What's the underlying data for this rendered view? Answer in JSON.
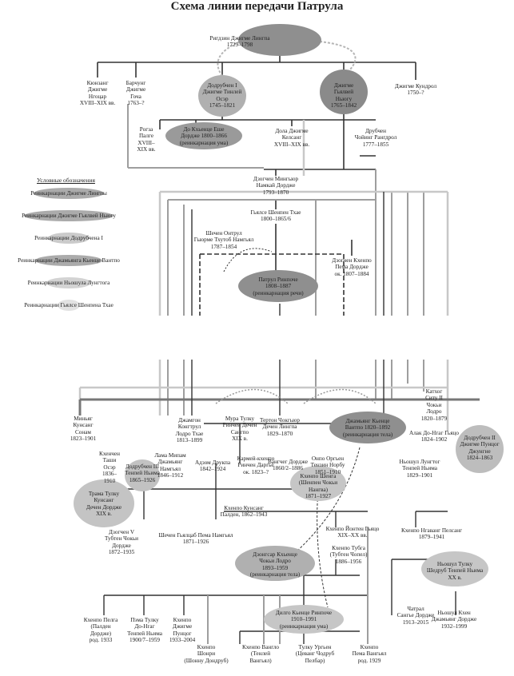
{
  "title": "Схема линии передачи Патрула",
  "legend": {
    "heading": "Условные обозначения",
    "items": [
      "Реинкарнации Джигме Лингпы",
      "Реинкарнации Джигме Гьялвей Ньюгу",
      "Реинкарнации Додрубчена I",
      "Реинкарнации Джамьянга Кьенце Вантпо",
      "Реинкарнации Ньошула Лунгтога",
      "Реинкарнации Гьялсе Шенпена Тхае"
    ]
  },
  "colors": {
    "ellipse": "#9a9a9a",
    "ellipse_light": "#cfcfcf",
    "line_dark": "#333333",
    "line_grey": "#9e9e9e",
    "line_light": "#c8c8c8"
  },
  "nodes": {
    "rigdzin": "Ригдзин Джигме Лингпа\n1729–1798",
    "kunzang_ngotsar": "Кюнзанг\nДжигме\nНгоцар\nXVIII–XIX вв.",
    "barchung": "Барчунг\nДжигме\nГоча\n1763–?",
    "dodrubchen1": "Додрубчен I\nДжигме Тинлей\nОсэр\n1745–1821",
    "gyalwe_nyugu": "Джигме\nГьялвей\nНьюгу\n1765–1842",
    "kundrol": "Джигме Кундрол\n1750–?",
    "rogza": "Рогза\nПалге\nXVIII–\nXIX вв.",
    "do_khyentse": "До Кхьенце Еше\nДордже 1800–1866\n(реинкарнация ума)",
    "dola": "Дола Джигме\nКелсанг\nXVIII–XIX вв.",
    "drubchen_choying": "Друбчен\nЧойинг Рангдрол\n1777–1855",
    "dzogchen_mingyur": "Дзогчен Мингьюр\nНамкай Дордже\n1793–1870",
    "gyalse_shenpen": "Гьялсе Шенпен Тхае\n1800–1865/6",
    "shechen_ontrul": "Шечен Онтрул\nГьюрме Тхутоб Намгьял\n1787–1854",
    "patrul": "Патрул Ринпоче\n1808–1887\n(реинкарнация речи)",
    "dzogchen_khenpo": "Дзогчен Кхенпо\nПема Дордже\nок. 1807–1884",
    "minyag": "Миньяг\nКунсанг\nСонам\n1823–1901",
    "jamgon_kongtrul": "Джамгон\nКонгтрул\nЛодро Тхае\n1813–1899",
    "mura_tulku": "Мура Тулку\nРинчен Дечен\nСангпо\nXIX в.",
    "terton_chogyur": "Тертон Чокгьюр\nДечен Лингпа\n1829–1870",
    "jamyang_khyentse": "Джамьянг Кьенце\nВантпо 1820–1892\n(реинкарнация тела)",
    "katog": "Катхог\nСиту II\nЧокьи\nЛодро\n1820–1879",
    "adzom": "Адзом Друкпа\n1842–1924",
    "alak_do": "Алак До-Нгаг Гьяцо\n1824–1902",
    "khenchen_tashi": "Кхенчен\nТаши\nОсэр\n1836–\n1910",
    "lama_mipham": "Лама Мипам\nДжамьянг\nНамгьял\n1846–1912",
    "karmey_khenpo": "Кармей-кхенпо\nРинчен Даргье\nок. 1823–?",
    "dodrubchen3": "Додрубчен III\nТенпей Ньима\n1865–1926",
    "onpo_orgyen": "Онпо Оргьен\nТензин Норбу\n1851–1910",
    "dodrubchen2": "Додрубчен II\nДжигме Пунцог\nДжунгне\n1824–1863",
    "vanchug_dorje": "Вангчег Дордже\n1860/2–1886",
    "nyoshul_lungtok": "Ньошул Лунгтог\nТенпей Ньима\n1829–1901",
    "trama_tulku": "Трама Тулку\nКунсанг\nДечен Дордже\nXIX в.",
    "khenpo_shenga": "Кхенпо Шенга\n(Шенпен Чокьи\nНангва)\n1871–1927",
    "khenpo_kunsang": "Кхенпо Кунсанг\nПалден, 1862–1943",
    "dzogchen_v": "Дзогчен V\nТубтен Чокьи\nДордже\n1872–1935",
    "shechen_gyaltsab": "Шечен Гьялцаб Пема Намгьял\n1871–1926",
    "khenpo_yonten": "Кхенпо Йонтен Гьяцо\nXIX–XX вв.",
    "khenpo_ngawang": "Кхенпо Нгаванг Пелсанг\n1879–1941",
    "dzongsar": "Дзонгсар Кхьенце\nЧокьи Лодро\n1893–1959\n(реинкарнация тела)",
    "khenpo_tubga": "Кхенпо Тубга\n(Тубтен Чопел)\n1886–1956",
    "nyoshul_tulku": "Ньошул Тулку\nШедруб Тенпей Ньима\nXX в.",
    "dilgo": "Дилго Кьенце Ринпоче\n1910–1991\n(реинкарнация ума)",
    "chatral": "Чатрал\nСангье Дордже\n1913–2015",
    "nyoshul_khen": "Ньошул Кхен\nДжамьянг Дордже\n1932–1999",
    "khenpo_pelga": "Кхенпо Пелга\n(Палден\nДордже)\nрод. 1933",
    "pema_tulku": "Пэма Тулку\nДо-Нгаг\nТенпей Ньима\n1900/7–1959",
    "khenpo_jigme": "Кхенпо\nДжигме\nПунцог\n1933–2004",
    "khenpo_shonri": "Кхенпо\nШонри\n(Шонну Дондруб)",
    "khenpo_vanglo": "Кхенпо Ванглo\n(Тенлей\nВангьял)",
    "tulku_urgyen": "Тулку Ургьен\n(Цеванг Чодруб\nПелбар)",
    "khenpo_pema_vangyal": "Кхенпо\nПема Вангьял\nрод. 1929"
  }
}
